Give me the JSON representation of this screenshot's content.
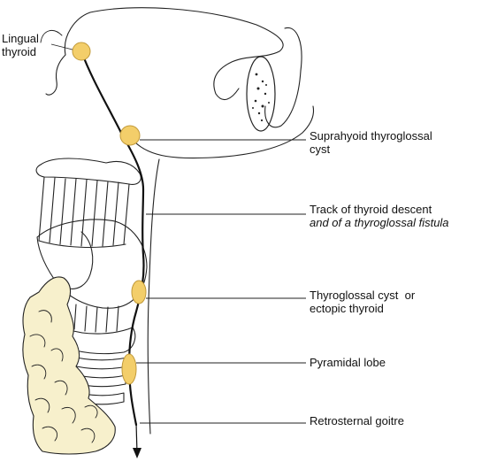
{
  "labels": {
    "lingual_thyroid": [
      "Lingual",
      "thyroid"
    ],
    "suprahyoid_cyst": [
      "Suprahyoid thyroglossal",
      "cyst"
    ],
    "track_of_descent": [
      "Track of thyroid descent",
      "and of a thyroglossal fistula"
    ],
    "thyroglossal_cyst": [
      "Thyroglossal cyst  or",
      "ectopic thyroid"
    ],
    "pyramidal_lobe": "Pyramidal lobe",
    "retrosternal_goitre": "Retrosternal goitre"
  },
  "colors": {
    "ectopic_tissue_fill": "#f3ce6a",
    "ectopic_tissue_stroke": "#c29a3a",
    "thyroid_gland_fill": "#f7f0cc",
    "outline": "#222222",
    "descent_track": "#111111"
  }
}
